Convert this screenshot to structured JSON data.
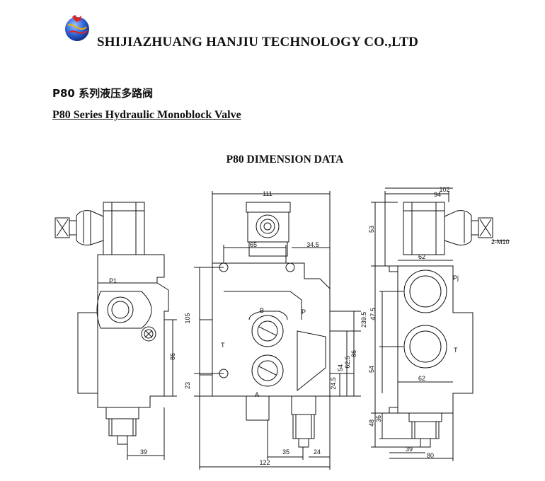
{
  "header": {
    "company": "SHIJIAZHUANG HANJIU TECHNOLOGY CO.,LTD",
    "logo_icon": "globe-logo-icon",
    "logo_colors": [
      "#1f4fbf",
      "#e2201f",
      "#f3b400"
    ]
  },
  "titles": {
    "chinese": "P80  系列液压多路阀",
    "english": "P80 Series Hydraulic Monoblock Valve",
    "section": "P80 DIMENSION DATA"
  },
  "views": {
    "left": {
      "port_p1": "P1",
      "dim_86": "86",
      "dim_23": "23",
      "dim_105": "105",
      "dim_39": "39"
    },
    "front": {
      "dim_111": "111",
      "dim_65": "65",
      "dim_34_5": "34.5",
      "port_b": "B",
      "port_p": "P",
      "port_t": "T",
      "port_a": "A",
      "dim_24_5": "24.5",
      "dim_54": "54",
      "dim_62_5": "62.5",
      "dim_86": "86",
      "dim_35": "35",
      "dim_24": "24",
      "dim_122": "122"
    },
    "right": {
      "dim_102": "102",
      "dim_94": "94",
      "dim_2m10": "2-M10",
      "dim_53": "53",
      "dim_62_top": "62",
      "port_pj": "Pj",
      "dim_239_5": "239.5",
      "dim_47_5": "47.5",
      "port_t": "T",
      "dim_54": "54",
      "dim_62_bot": "62",
      "dim_48": "48",
      "dim_36": "36",
      "dim_39": "39",
      "dim_80": "80"
    }
  }
}
